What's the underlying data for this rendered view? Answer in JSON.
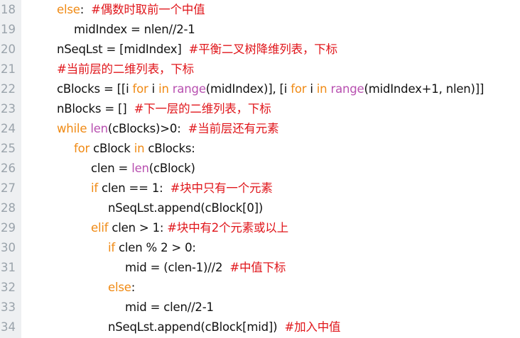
{
  "editor": {
    "lines": [
      {
        "n": "18",
        "indent": 0,
        "tokens": [
          {
            "t": "else",
            "c": "kw"
          },
          {
            "t": ":  ",
            "c": ""
          },
          {
            "t": "#偶数时取前一个中值",
            "c": "cm"
          }
        ]
      },
      {
        "n": "19",
        "indent": 1,
        "tokens": [
          {
            "t": "midIndex = nlen//2-1",
            "c": ""
          }
        ]
      },
      {
        "n": "20",
        "indent": 0,
        "tokens": [
          {
            "t": "nSeqLst = [midIndex]  ",
            "c": ""
          },
          {
            "t": "#平衡二叉树降维列表，下标",
            "c": "cm"
          }
        ]
      },
      {
        "n": "21",
        "indent": 0,
        "tokens": [
          {
            "t": "#当前层的二维列表，下标",
            "c": "cm"
          }
        ]
      },
      {
        "n": "22",
        "indent": 0,
        "tokens": [
          {
            "t": "cBlocks = [[i ",
            "c": ""
          },
          {
            "t": "for",
            "c": "kw"
          },
          {
            "t": " i ",
            "c": ""
          },
          {
            "t": "in",
            "c": "kw"
          },
          {
            "t": " ",
            "c": ""
          },
          {
            "t": "range",
            "c": "bi"
          },
          {
            "t": "(midIndex)], [i ",
            "c": ""
          },
          {
            "t": "for",
            "c": "kw"
          },
          {
            "t": " i ",
            "c": ""
          },
          {
            "t": "in",
            "c": "kw"
          },
          {
            "t": " ",
            "c": ""
          },
          {
            "t": "range",
            "c": "bi"
          },
          {
            "t": "(midIndex+1, nlen)]]",
            "c": ""
          }
        ]
      },
      {
        "n": "23",
        "indent": 0,
        "tokens": [
          {
            "t": "nBlocks = []  ",
            "c": ""
          },
          {
            "t": "#下一层的二维列表，下标",
            "c": "cm"
          }
        ]
      },
      {
        "n": "24",
        "indent": 0,
        "tokens": [
          {
            "t": "while",
            "c": "kw"
          },
          {
            "t": " ",
            "c": ""
          },
          {
            "t": "len",
            "c": "bi"
          },
          {
            "t": "(cBlocks)>0:  ",
            "c": ""
          },
          {
            "t": "#当前层还有元素",
            "c": "cm"
          }
        ]
      },
      {
        "n": "25",
        "indent": 1,
        "tokens": [
          {
            "t": "for",
            "c": "kw"
          },
          {
            "t": " cBlock ",
            "c": ""
          },
          {
            "t": "in",
            "c": "kw"
          },
          {
            "t": " cBlocks:",
            "c": ""
          }
        ]
      },
      {
        "n": "26",
        "indent": 2,
        "tokens": [
          {
            "t": "clen = ",
            "c": ""
          },
          {
            "t": "len",
            "c": "bi"
          },
          {
            "t": "(cBlock)",
            "c": ""
          }
        ]
      },
      {
        "n": "27",
        "indent": 2,
        "tokens": [
          {
            "t": "if",
            "c": "kw"
          },
          {
            "t": " clen == 1:  ",
            "c": ""
          },
          {
            "t": "#块中只有一个元素",
            "c": "cm"
          }
        ]
      },
      {
        "n": "28",
        "indent": 3,
        "tokens": [
          {
            "t": "nSeqLst.append(cBlock[0])",
            "c": ""
          }
        ]
      },
      {
        "n": "29",
        "indent": 2,
        "tokens": [
          {
            "t": "elif",
            "c": "kw"
          },
          {
            "t": " clen > 1: ",
            "c": ""
          },
          {
            "t": "#块中有2个元素或以上",
            "c": "cm"
          }
        ]
      },
      {
        "n": "30",
        "indent": 3,
        "tokens": [
          {
            "t": "if",
            "c": "kw"
          },
          {
            "t": " clen % 2 > 0:",
            "c": ""
          }
        ]
      },
      {
        "n": "31",
        "indent": 4,
        "tokens": [
          {
            "t": "mid = (clen-1)//2  ",
            "c": ""
          },
          {
            "t": "#中值下标",
            "c": "cm"
          }
        ]
      },
      {
        "n": "32",
        "indent": 3,
        "tokens": [
          {
            "t": "else",
            "c": "kw"
          },
          {
            "t": ":",
            "c": ""
          }
        ]
      },
      {
        "n": "33",
        "indent": 4,
        "tokens": [
          {
            "t": "mid = clen//2-1",
            "c": ""
          }
        ]
      },
      {
        "n": "34",
        "indent": 3,
        "tokens": [
          {
            "t": "nSeqLst.append(cBlock[mid])  ",
            "c": ""
          },
          {
            "t": "#加入中值",
            "c": "cm"
          }
        ]
      }
    ]
  }
}
